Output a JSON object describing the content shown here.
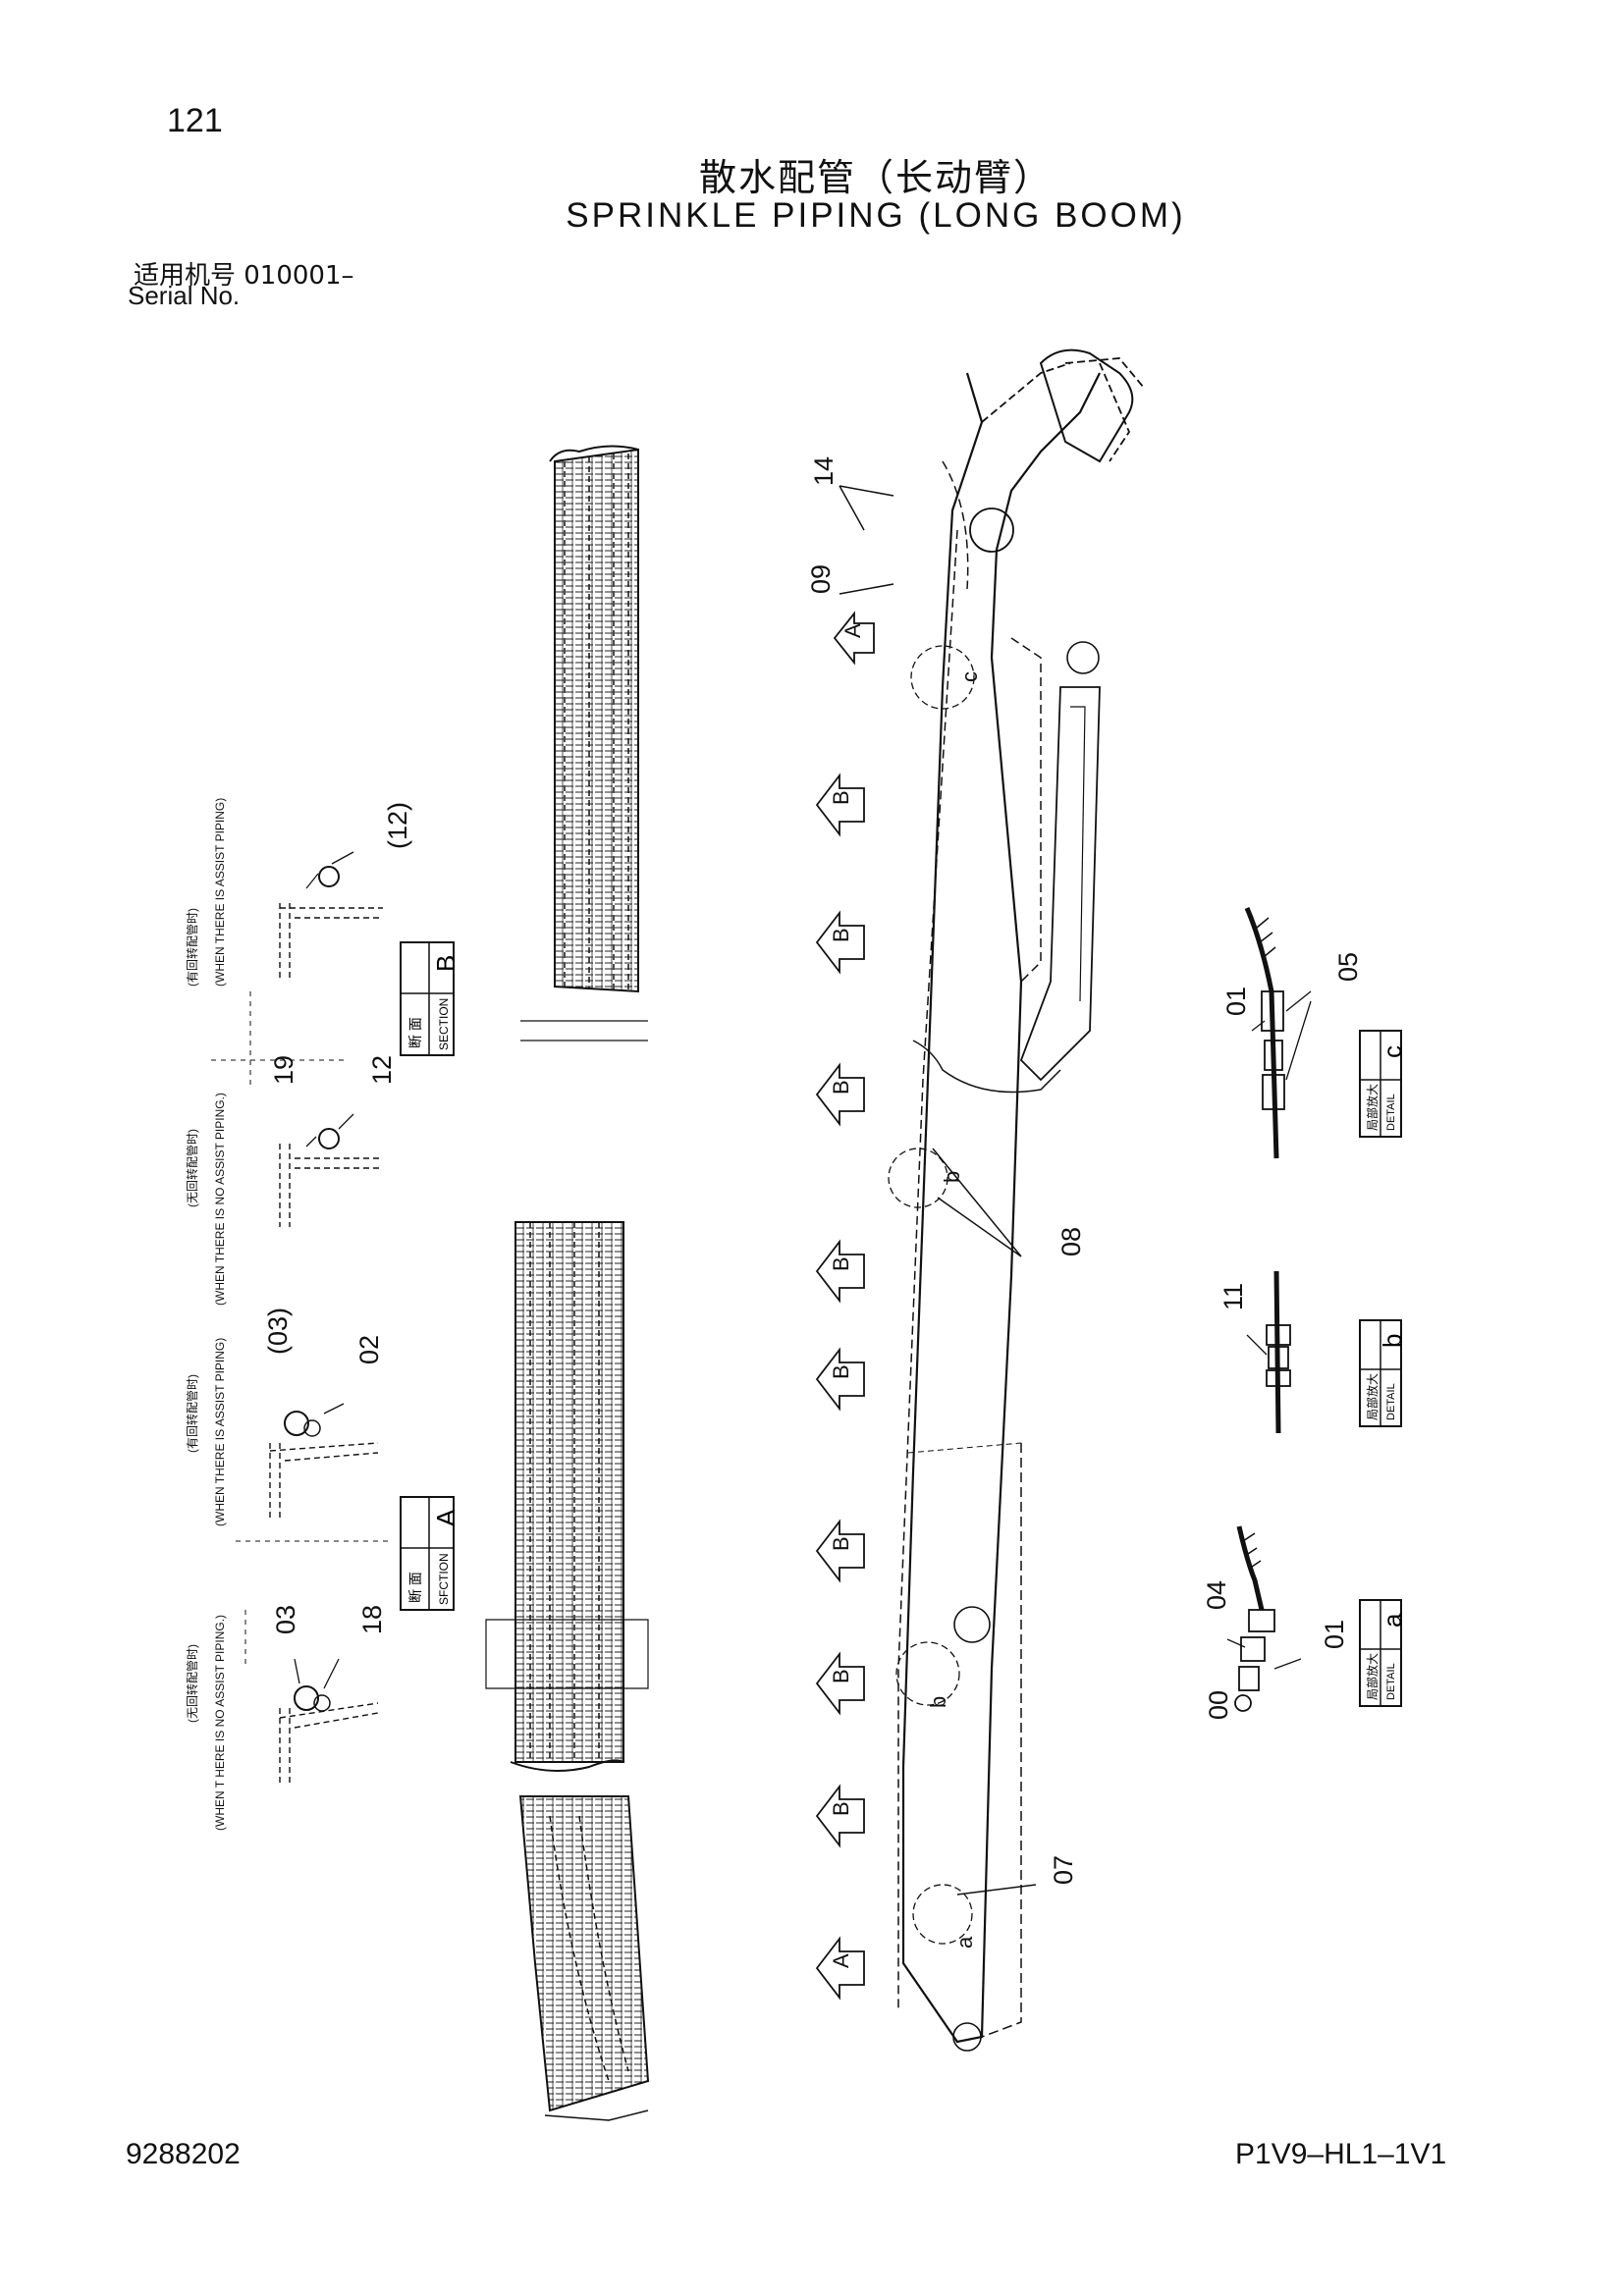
{
  "header": {
    "page_number": "121",
    "title_cn": "散水配管（长动臂）",
    "title_en": "SPRINKLE PIPING (LONG BOOM)",
    "serial_cn": "适用机号 010001–",
    "serial_en": "Serial No."
  },
  "footer": {
    "doc_number": "9288202",
    "drawing_code": "P1V9–HL1–1V1"
  },
  "section_labels": {
    "section_cn": "断 面",
    "section_en": "SECTION",
    "section_a": "A",
    "section_b": "B",
    "section_en_a": "SFCTION"
  },
  "detail_labels": {
    "detail_cn": "局部放大",
    "detail_en": "DETAIL",
    "a": "a",
    "b": "b",
    "c": "c"
  },
  "notes": {
    "no_assist_cn": "(无回转配管时)",
    "no_assist_en": "(WHEN THERE IS NO ASSIST PIPING.)",
    "with_assist_cn": "(有回转配管时)",
    "with_assist_en": "(WHEN THERE IS ASSIST PIPING)",
    "no_assist_cn_1": "(无回转配管时)",
    "no_assist_en_1": "(WHEN T HERE IS NO ASSIST PIPING.)",
    "with_assist_en_2": "(WHEN THERE IS ASSIST PIPING)",
    "no_assist_en_2": "(WHEN THERE IS NO ASSIST PIPING.)"
  },
  "callouts": {
    "c14": "14",
    "c09": "09",
    "c05": "05",
    "c01_top": "01",
    "c08": "08",
    "c11": "11",
    "c04": "04",
    "c00": "00",
    "c01_bottom": "01",
    "c07": "07",
    "c12_paren": "(12)",
    "c19": "19",
    "c12": "12",
    "c03_paren": "(03)",
    "c02": "02",
    "c03": "03",
    "c18": "18"
  },
  "view_marks": {
    "A": "A",
    "B": "B",
    "b": "b",
    "c": "c",
    "a": "a"
  }
}
